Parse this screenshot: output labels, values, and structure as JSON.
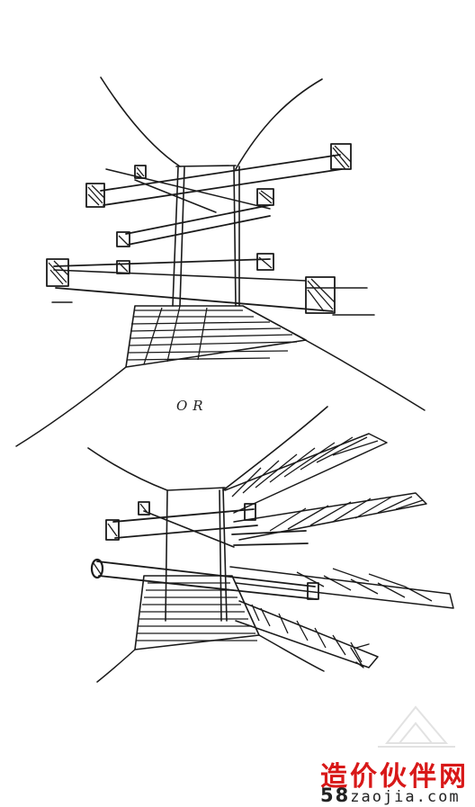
{
  "sketch": {
    "separator_text": "OR"
  },
  "watermark": {
    "brand_cn": "造价伙伴网",
    "url_number": "58",
    "url_rest": "zaojia.com"
  }
}
